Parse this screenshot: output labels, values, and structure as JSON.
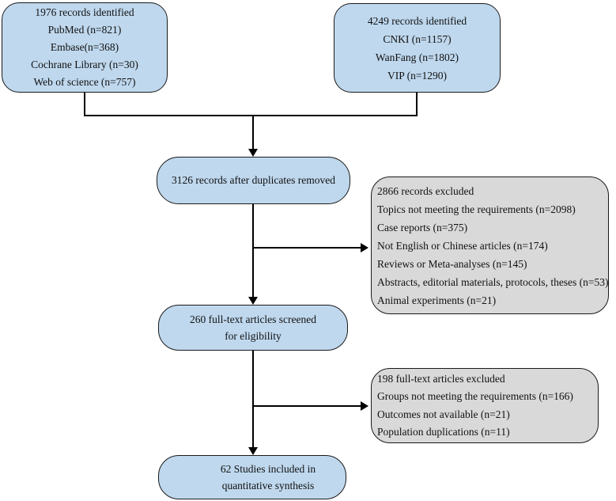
{
  "colors": {
    "box_fill": "#bfd8ee",
    "excluded_fill": "#d9d9d9",
    "box_border": "#1a1a1a",
    "line_color": "#000000",
    "text_color": "#111111",
    "background": "#ffffff"
  },
  "boxes": {
    "identification_en": {
      "lines": [
        "1976 records identified",
        "PubMed (n=821)",
        "Embase(n=368)",
        "Cochrane Library (n=30)",
        "Web of science (n=757)"
      ]
    },
    "identification_cn": {
      "lines": [
        "4249 records identified",
        "CNKI (n=1157)",
        "WanFang (n=1802)",
        "VIP (n=1290)"
      ]
    },
    "duplicates_removed": {
      "lines": [
        "3126 records after duplicates removed"
      ]
    },
    "records_excluded": {
      "lines": [
        "2866 records excluded",
        "Topics not meeting the requirements (n=2098)",
        "Case reports (n=375)",
        "Not English or Chinese articles (n=174)",
        "Reviews or Meta-analyses (n=145)",
        "Abstracts, editorial materials, protocols, theses (n=53)",
        "Animal experiments (n=21)"
      ]
    },
    "fulltext_screened": {
      "lines": [
        "260 full-text articles screened",
        "for eligibility"
      ]
    },
    "fulltext_excluded": {
      "lines": [
        "198 full-text articles excluded",
        "Groups not meeting the requirements (n=166)",
        "Outcomes not available (n=21)",
        "Population duplications (n=11)"
      ]
    },
    "included": {
      "lines": [
        "62 Studies included in",
        "quantitative synthesis"
      ]
    }
  }
}
